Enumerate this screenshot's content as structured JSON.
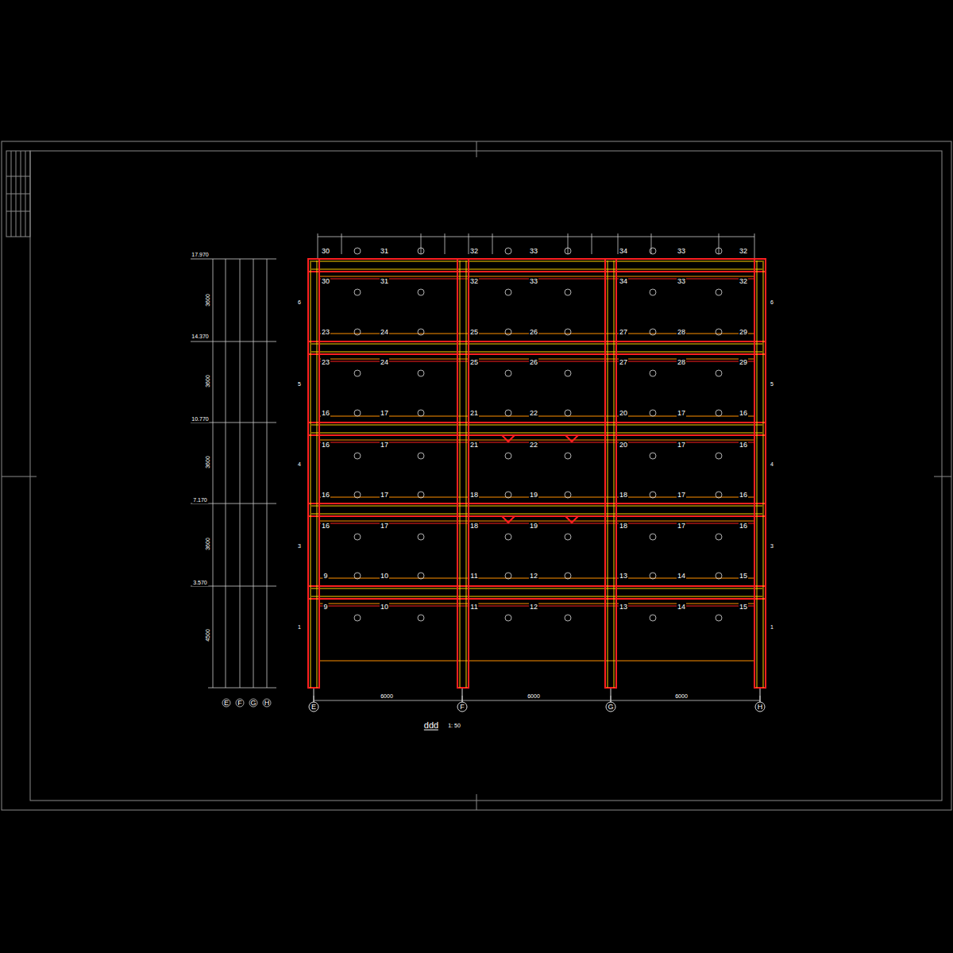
{
  "diagram": {
    "caption": "ddd",
    "labels": [
      "30",
      "31",
      "32",
      "33",
      "34",
      "33",
      "32",
      "30",
      "31",
      "32",
      "33",
      "34",
      "33",
      "32",
      "23",
      "24",
      "25",
      "26",
      "27",
      "28",
      "29",
      "23",
      "24",
      "25",
      "26",
      "27",
      "28",
      "29",
      "16",
      "17",
      "21",
      "22",
      "20",
      "17",
      "16",
      "16",
      "17",
      "21",
      "22",
      "20",
      "17",
      "16",
      "16",
      "17",
      "18",
      "19",
      "18",
      "17",
      "16",
      "16",
      "17",
      "18",
      "19",
      "18",
      "17",
      "16",
      "9",
      "10",
      "11",
      "12",
      "13",
      "14",
      "15",
      "9",
      "10",
      "11",
      "12",
      "13",
      "14",
      "15",
      "17.970",
      "14.370",
      "10.770",
      "7.170",
      "3.570",
      "3600",
      "3600",
      "3600",
      "3600",
      "4500",
      "E",
      "F",
      "G",
      "H",
      "E",
      "F",
      "G",
      "H",
      "6",
      "5",
      "4",
      "3",
      "1",
      "6",
      "5",
      "4",
      "3",
      "1",
      "6000",
      "6000",
      "6000",
      "1: 50"
    ]
  }
}
